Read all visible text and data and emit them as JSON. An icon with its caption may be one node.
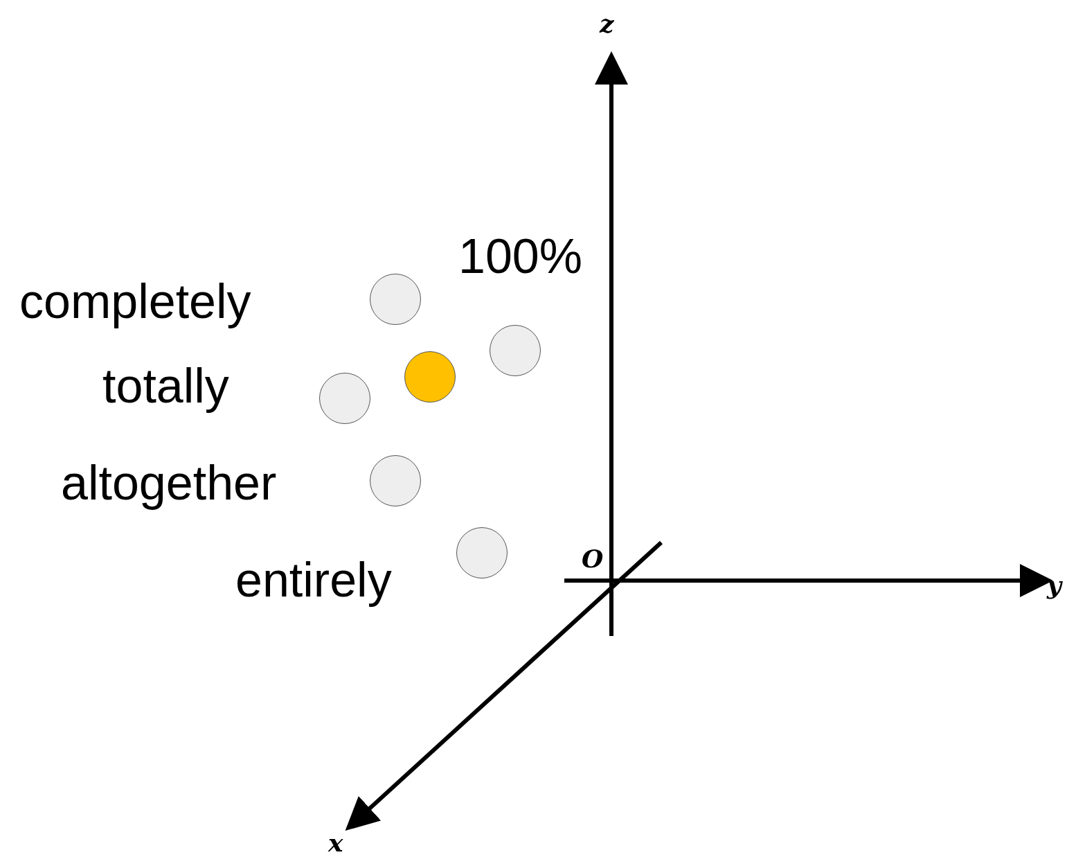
{
  "diagram": {
    "nodes": [
      {
        "text": [],
        "shape": "circle",
        "beside": [
          "completely"
        ]
      },
      {
        "text": [],
        "shape": "circle"
      },
      {
        "text": [],
        "shape": "circle"
      },
      {
        "text": [],
        "shape": "circle",
        "beside": [
          "totally"
        ]
      },
      {
        "text": [],
        "shape": "circle",
        "beside": [
          "altogether"
        ]
      },
      {
        "text": [],
        "shape": "circle",
        "beside": [
          "entirely"
        ]
      }
    ],
    "edges": [],
    "labels": [
      "z",
      "100%",
      "O",
      "y",
      "x"
    ]
  }
}
